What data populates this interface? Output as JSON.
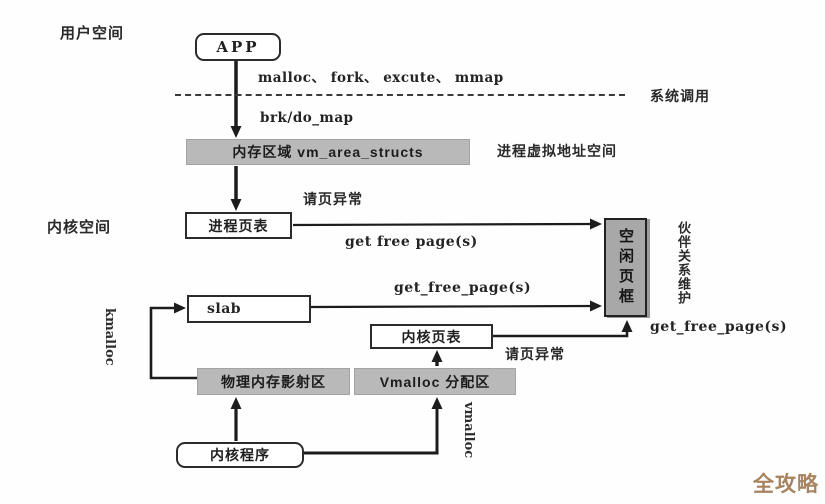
{
  "diagram": {
    "title_hint": "Linux memory management architecture diagram",
    "region_labels": {
      "user_space": "用户空间",
      "kernel_space": "内核空间"
    },
    "nodes": {
      "app": "APP",
      "vm_area": "内存区域 vm_area_structs",
      "process_page_table": "进程页表",
      "slab": "slab",
      "kernel_page_table": "内核页表",
      "free_page_frame": "空闲页框",
      "physical_memory_map": "物理内存影射区",
      "vmalloc_area": "Vmalloc 分配区",
      "kernel_program": "内核程序"
    },
    "edge_labels": {
      "syscalls": "malloc、 fork、 excute、 mmap",
      "system_call": "系统调用",
      "brk_do_map": "brk/do_map",
      "process_virtual_address_space": "进程虚拟地址空间",
      "page_fault_top": "请页异常",
      "page_fault_bottom": "请页异常",
      "get_free_page_1": "get free page(s)",
      "get_free_page_2": "get_free_page(s)",
      "get_free_page_3": "get_free_page(s)",
      "kmalloc": "kmalloc",
      "vmalloc": "vmalloc",
      "buddy_maintenance": "伙伴关系维护"
    },
    "watermark": "全攻略",
    "colors": {
      "line": "#222222",
      "gray_box_fill": "#b9b9b9",
      "free_frame_fill": "#a8a8a8",
      "watermark": "#a8835f",
      "background": "#fefefe"
    }
  }
}
